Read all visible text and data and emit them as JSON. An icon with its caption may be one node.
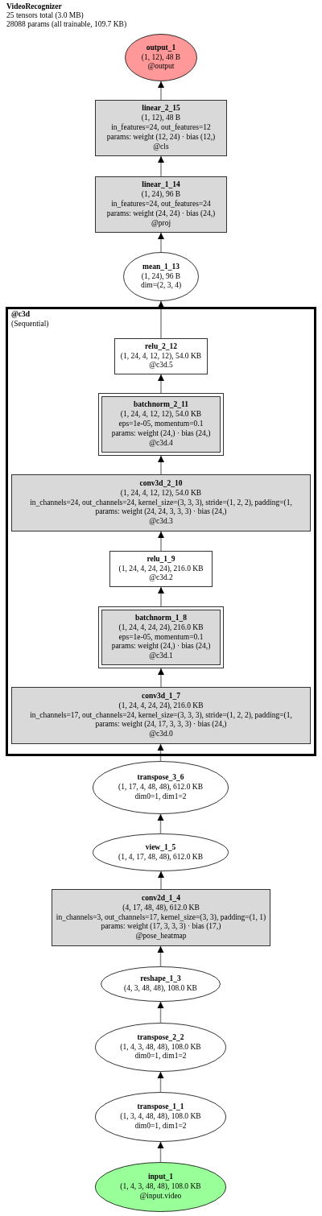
{
  "diagram": {
    "title": "VideoRecognizer",
    "labels": [
      "25 tensors total (3.0 MB)",
      "28088 params (all trainable, 109.7 KB)"
    ],
    "nodes": [
      {
        "text": [
          "output_1",
          "(1, 12), 48 B",
          "@output"
        ]
      },
      {
        "text": [
          "linear_2_15",
          "(1, 12), 48 B",
          "in_features=24, out_features=12",
          "params: weight (12, 24) · bias (12,)",
          "@cls"
        ]
      },
      {
        "text": [
          "linear_1_14",
          "(1, 24), 96 B",
          "in_features=24, out_features=24",
          "params: weight (24, 24) · bias (24,)",
          "@proj"
        ]
      },
      {
        "text": [
          "mean_1_13",
          "(1, 24), 96 B",
          "dim=(2, 3, 4)"
        ]
      },
      {
        "text": [
          "@c3d",
          "(Sequential)"
        ]
      },
      {
        "text": [
          "relu_2_12",
          "(1, 24, 4, 12, 12), 54.0 KB",
          "@c3d.5"
        ],
        "in": 4
      },
      {
        "text": [
          "batchnorm_2_11",
          "(1, 24, 4, 12, 12), 54.0 KB",
          "eps=1e-05, momentum=0.1",
          "params: weight (24,) · bias (24,)",
          "@c3d.4"
        ],
        "in": 4
      },
      {
        "text": [
          "conv3d_2_10",
          "(1, 24, 4, 12, 12), 54.0 KB",
          "in_channels=24, out_channels=24, kernel_size=(3, 3, 3), stride=(1, 2, 2), padding=(1,",
          "params: weight (24, 24, 3, 3, 3) · bias (24,)",
          "@c3d.3"
        ],
        "in": 4
      },
      {
        "text": [
          "relu_1_9",
          "(1, 24, 4, 24, 24), 216.0 KB",
          "@c3d.2"
        ],
        "in": 4
      },
      {
        "text": [
          "batchnorm_1_8",
          "(1, 24, 4, 24, 24), 216.0 KB",
          "eps=1e-05, momentum=0.1",
          "params: weight (24,) · bias (24,)",
          "@c3d.1"
        ],
        "in": 4
      },
      {
        "text": [
          "conv3d_1_7",
          "(1, 24, 4, 24, 24), 216.0 KB",
          "in_channels=17, out_channels=24, kernel_size=(3, 3, 3), stride=(1, 2, 2), padding=(1,",
          "params: weight (24, 17, 3, 3, 3) · bias (24,)",
          "@c3d.0"
        ],
        "in": 4
      },
      {
        "text": [
          "transpose_3_6",
          "(1, 17, 4, 48, 48), 612.0 KB",
          "dim0=1, dim1=2"
        ]
      },
      {
        "text": [
          "view_1_5",
          "(1, 4, 17, 48, 48), 612.0 KB"
        ]
      },
      {
        "text": [
          "conv2d_1_4",
          "(4, 17, 48, 48), 612.0 KB",
          "in_channels=3, out_channels=17, kernel_size=(3, 3), padding=(1, 1)",
          "params: weight (17, 3, 3, 3) · bias (17,)",
          "@pose_heatmap"
        ]
      },
      {
        "text": [
          "reshape_1_3",
          "(4, 3, 48, 48), 108.0 KB"
        ]
      },
      {
        "text": [
          "transpose_2_2",
          "(1, 4, 3, 48, 48), 108.0 KB",
          "dim0=1, dim1=2"
        ]
      },
      {
        "text": [
          "transpose_1_1",
          "(1, 3, 4, 48, 48), 108.0 KB",
          "dim0=1, dim1=2"
        ]
      },
      {
        "text": [
          "input_1",
          "(1, 4, 3, 48, 48), 108.0 KB",
          "@input.video"
        ]
      }
    ],
    "edges": [
      {
        "from": 17,
        "to": 16,
        "arrow": "to"
      },
      {
        "from": 16,
        "to": 15,
        "arrow": "to"
      },
      {
        "from": 15,
        "to": 14,
        "arrow": "to"
      },
      {
        "from": 14,
        "to": 13,
        "arrow": "to"
      },
      {
        "from": 13,
        "to": 12,
        "arrow": "to"
      },
      {
        "from": 12,
        "to": 11,
        "arrow": "to"
      },
      {
        "from": 11,
        "to": 10,
        "arrow": "to"
      },
      {
        "from": 10,
        "to": 9,
        "arrow": "to"
      },
      {
        "from": 9,
        "to": 8,
        "arrow": "to"
      },
      {
        "from": 8,
        "to": 7,
        "arrow": "to"
      },
      {
        "from": 7,
        "to": 6,
        "arrow": "to"
      },
      {
        "from": 6,
        "to": 5,
        "arrow": "to"
      },
      {
        "from": 5,
        "to": 3,
        "arrow": "to"
      },
      {
        "from": 3,
        "to": 2,
        "arrow": "to"
      },
      {
        "from": 2,
        "to": 1,
        "arrow": "to"
      },
      {
        "from": 1,
        "to": 0,
        "arrow": "to"
      }
    ]
  }
}
